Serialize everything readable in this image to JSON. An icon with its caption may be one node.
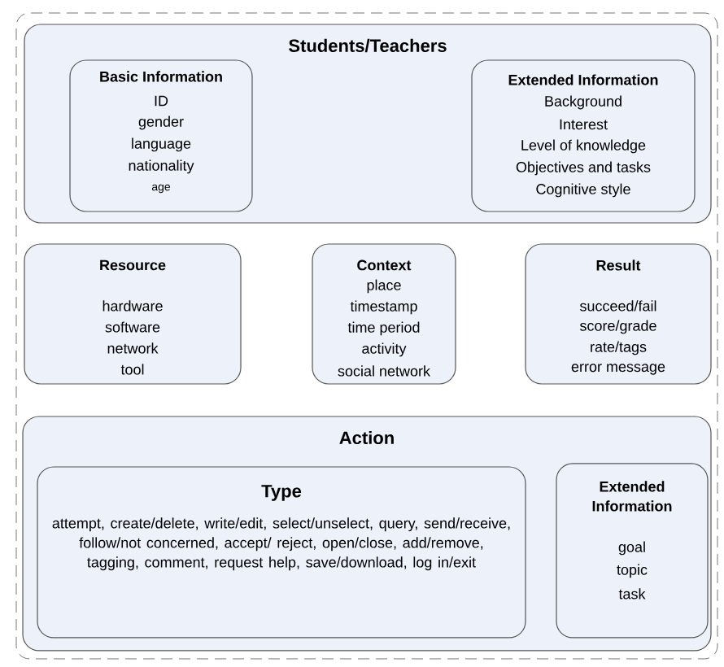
{
  "diagram": {
    "nodes": [
      {
        "text": [],
        "shape": "box"
      },
      {
        "text": [
          "Students/Teachers"
        ],
        "in": 0
      },
      {
        "text": [
          "Basic Information",
          "ID",
          "gender",
          "language",
          "nationality",
          "age"
        ],
        "in": 1
      },
      {
        "text": [
          "Extended Information",
          "Background",
          "Interest",
          "Level of knowledge",
          "Objectives and tasks",
          "Cognitive style"
        ],
        "in": 1
      },
      {
        "text": [
          "Resource",
          "hardware",
          "software",
          "network",
          "tool"
        ],
        "in": 0
      },
      {
        "text": [
          "Context",
          "place",
          "timestamp",
          "time period",
          "activity",
          "social network"
        ],
        "in": 0
      },
      {
        "text": [
          "Result",
          "succeed/fail",
          "score/grade",
          "rate/tags",
          "error message"
        ],
        "in": 0
      },
      {
        "text": [
          "Action"
        ],
        "in": 0
      },
      {
        "text": [
          "Type",
          "attempt, create/delete, write/edit, select/unselect, query, send/receive, follow/not concerned, accept/ reject, open/close, add/remove, tagging, comment, request help, save/download, log in/exit"
        ],
        "in": 7
      },
      {
        "text": [
          "Extended Information",
          "goal",
          "topic",
          "task"
        ],
        "in": 7
      }
    ]
  }
}
